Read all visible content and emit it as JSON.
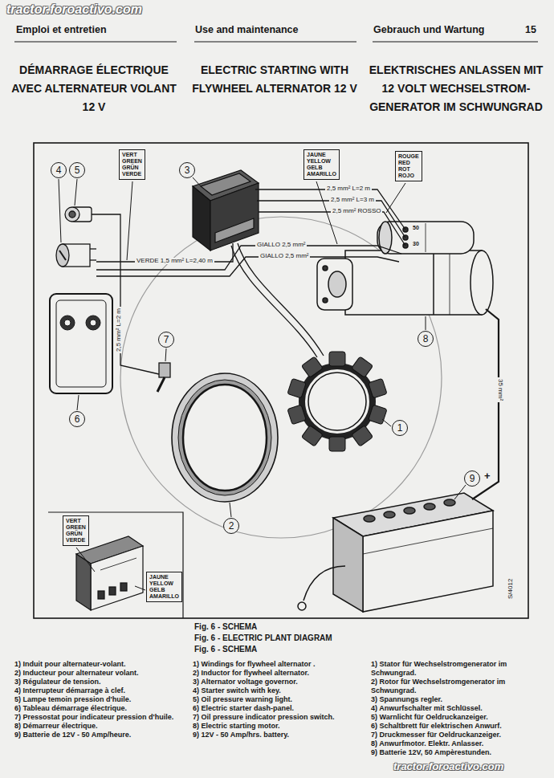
{
  "diagram": {
    "title": "ELECTRIC STARTING WITH FLYWHEEL ALTERNATOR 12 V",
    "caption": "Fig. 6 - ELECTRIC PLANT DIAGRAM",
    "nodes": [
      {
        "text": [
          "VERT GREEN GRÜN VERDE"
        ]
      },
      {
        "text": [
          "JAUNE YELLOW GELB AMARILLO"
        ]
      },
      {
        "text": [
          "ROUGE RED ROT ROJO"
        ]
      },
      {
        "text": [
          "4"
        ]
      },
      {
        "text": [
          "5"
        ]
      },
      {
        "text": [
          "3"
        ]
      },
      {
        "text": [
          "8"
        ]
      },
      {
        "text": [
          "7"
        ]
      },
      {
        "text": [
          "6"
        ]
      },
      {
        "text": [
          "1"
        ]
      },
      {
        "text": [
          "9"
        ]
      },
      {
        "text": [
          "2"
        ]
      },
      {
        "text": [
          "VERT GREEN GRÜN VERDE"
        ]
      },
      {
        "text": [
          "JAUNE YELLOW GELB AMARILLO"
        ]
      }
    ],
    "labels": [
      "tractor.foroactivo.com",
      "Emploi et entretien",
      "Use and maintenance",
      "Gebrauch und Wartung",
      "15",
      "DÉMARRAGE ÉLECTRIQUE AVEC ALTERNATEUR VOLANT 12 V",
      "ELEKTRISCHES ANLASSEN MIT 12 VOLT WECHSELSTROM-GENERATOR IM SCHWUNGRAD",
      "2,5 mm² L=2 m",
      "2,5 mm² L=3 m",
      "2,5 mm² ROSSO",
      "GIALLO 2,5 mm²",
      "GIALLO 2,5 mm²",
      "VERDE 1,5 mm² L=2,40 m",
      "2,5 mm² L=2 m",
      "50",
      "30",
      "+",
      "35 mm²",
      "S/4012",
      "Fig. 6 - SCHEMA",
      "Fig. 6 - SCHEMA",
      "1) Induit pour alternateur-volant.",
      "2) Inducteur pour alternateur volant.",
      "3) Régulateur de tension.",
      "4) Interrupteur démarrage à clef.",
      "5) Lampe temoin pression d'huile.",
      "6) Tableau démarrage électrique.",
      "7) Pressostat pour indicateur pression d'huile.",
      "8) Démarreur électrique.",
      "9) Batterie de 12V - 50 Amp/heure.",
      "1) Windings for flywheel alternator .",
      "2) Inductor for flywheel alternator.",
      "3) Alternator voltage governor.",
      "4) Starter switch with key.",
      "5) Oil pressure warning light.",
      "6) Electric starter dash-panel.",
      "7) Oil pressure indicator pression switch.",
      "8) Electric starting motor.",
      "9) 12V - 50 Amp/hrs. battery.",
      "1) Stator für Wechselstromgenerator im Schwungrad.",
      "2) Rotor für Wechselstromgenerator im Schwungrad.",
      "3) Spannungs regler.",
      "4) Anwurfschalter mit Schlüssel.",
      "5) Warnlicht für Oeldruckanzeiger.",
      "6) Schaltbrett für elektrischen Anwurf.",
      "7) Druckmesser für Oeldruckanzeiger.",
      "8) Anwurfmotor. Elektr. Anlasser.",
      "9) Batterie 12V, 50 Ampèrestunden.",
      "tractor.foroactivo.com"
    ]
  }
}
